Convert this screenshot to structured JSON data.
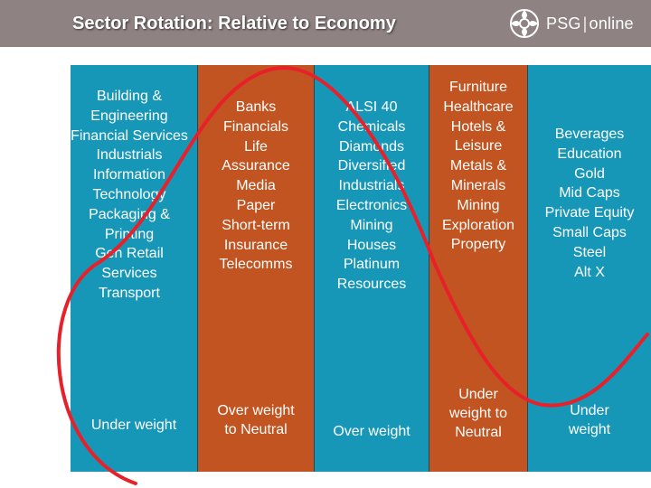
{
  "header": {
    "title": "Sector Rotation: Relative to Economy",
    "logo_text_left": "PSG",
    "logo_separator": "|",
    "logo_text_right": "online",
    "background_color": "#8e8282"
  },
  "colors": {
    "teal": "#1797b8",
    "orange": "#c15420",
    "curve": "#e8202a"
  },
  "columns": [
    {
      "color": "teal",
      "items": [
        "Building &",
        "Engineering",
        "Financial Services",
        "Industrials",
        "Information",
        "Technology",
        "Packaging &",
        "Printing",
        "Gen Retail",
        "Services",
        "Transport"
      ],
      "weight": [
        "Under weight"
      ]
    },
    {
      "color": "orange",
      "items": [
        "Banks",
        "Financials",
        "Life",
        "Assurance",
        "Media",
        "Paper",
        "Short-term",
        "Insurance",
        "Telecomms"
      ],
      "weight": [
        "Over weight",
        "to Neutral"
      ]
    },
    {
      "color": "teal",
      "items": [
        "ALSI 40",
        "Chemicals",
        "Diamonds",
        "Diversified",
        "Industrials",
        "Electronics",
        "Mining",
        "Houses",
        "Platinum",
        "Resources"
      ],
      "weight": [
        "Over weight"
      ]
    },
    {
      "color": "orange",
      "items": [
        "Furniture",
        "Healthcare",
        "Hotels &",
        "Leisure",
        "Metals &",
        "Minerals",
        "Mining",
        "Exploration",
        "Property"
      ],
      "weight": [
        "Under",
        "weight to",
        "Neutral"
      ]
    },
    {
      "color": "teal",
      "items": [
        "Beverages",
        "Education",
        "Gold",
        "Mid Caps",
        "Private Equity",
        "Small Caps",
        "Steel",
        "Alt X"
      ],
      "weight": [
        "Under",
        "weight"
      ]
    }
  ]
}
